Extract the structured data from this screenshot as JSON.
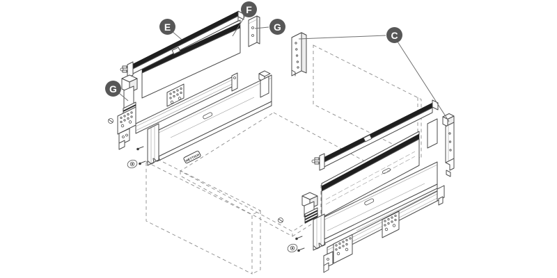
{
  "figure": {
    "background_color": "#ffffff",
    "line_color": "#4b4b4b",
    "phantom_line_color": "#8c8c8c",
    "dark_fill_color": "#1e1e1e",
    "callout": {
      "bg_color": "#575757",
      "text_color": "#ffffff",
      "letters": {
        "e": "E",
        "f": "F",
        "g_top": "G",
        "g_left": "G",
        "c": "C"
      }
    },
    "brand_label": "HETTICH"
  }
}
